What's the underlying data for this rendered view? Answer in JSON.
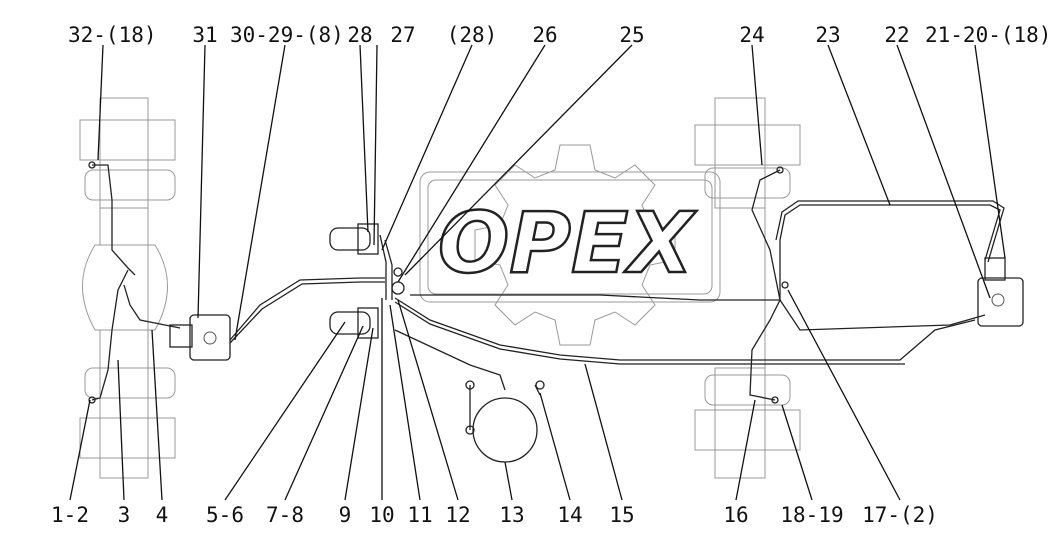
{
  "diagram": {
    "watermark": "OPEX",
    "callouts": [
      {
        "id": "c-32",
        "text": "32-(18)"
      },
      {
        "id": "c-31",
        "text": "31"
      },
      {
        "id": "c-30",
        "text": "30-29-(8)"
      },
      {
        "id": "c-28",
        "text": "28"
      },
      {
        "id": "c-27",
        "text": "27"
      },
      {
        "id": "c-28b",
        "text": "(28)"
      },
      {
        "id": "c-26",
        "text": "26"
      },
      {
        "id": "c-25",
        "text": "25"
      },
      {
        "id": "c-24",
        "text": "24"
      },
      {
        "id": "c-23",
        "text": "23"
      },
      {
        "id": "c-22",
        "text": "22"
      },
      {
        "id": "c-21",
        "text": "21-20-(18)"
      },
      {
        "id": "c-1",
        "text": "1-2"
      },
      {
        "id": "c-3",
        "text": "3"
      },
      {
        "id": "c-4",
        "text": "4"
      },
      {
        "id": "c-5",
        "text": "5-6"
      },
      {
        "id": "c-7",
        "text": "7-8"
      },
      {
        "id": "c-9",
        "text": "9"
      },
      {
        "id": "c-10",
        "text": "10"
      },
      {
        "id": "c-11",
        "text": "11"
      },
      {
        "id": "c-12",
        "text": "12"
      },
      {
        "id": "c-13",
        "text": "13"
      },
      {
        "id": "c-14",
        "text": "14"
      },
      {
        "id": "c-15",
        "text": "15"
      },
      {
        "id": "c-16",
        "text": "16"
      },
      {
        "id": "c-18",
        "text": "18-19"
      },
      {
        "id": "c-17",
        "text": "17-(2)"
      }
    ]
  }
}
